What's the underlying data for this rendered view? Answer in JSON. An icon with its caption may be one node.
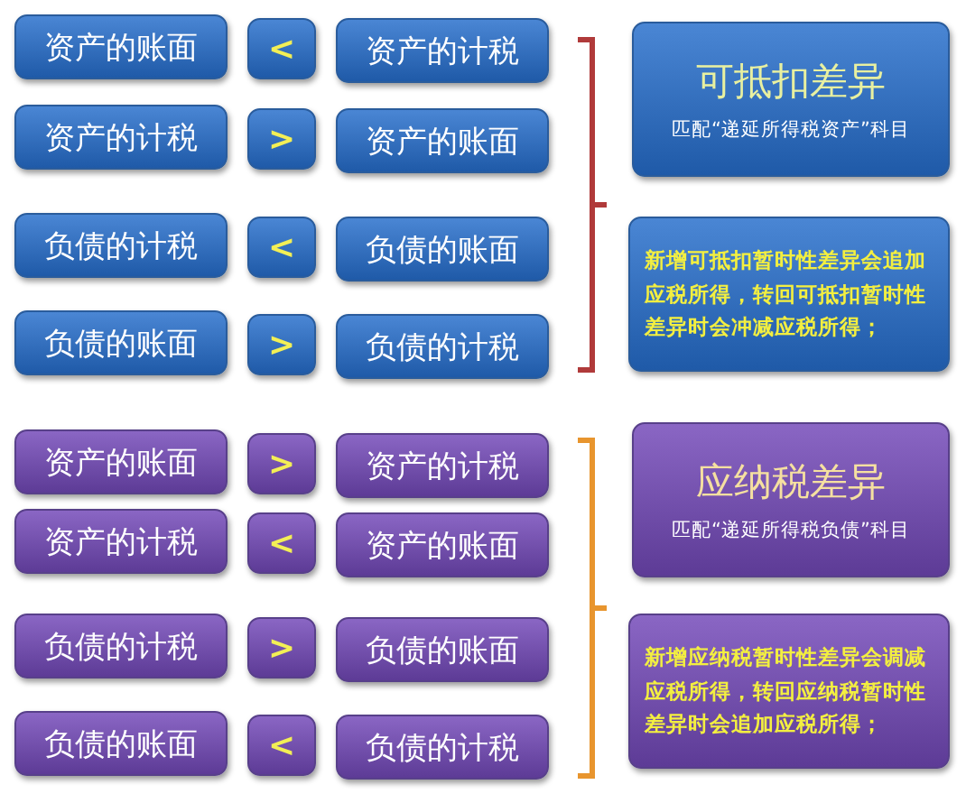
{
  "diagram": {
    "nodes": [
      {
        "text": [
          "资产的账面"
        ]
      },
      {
        "text": [
          "<"
        ]
      },
      {
        "text": [
          "资产的计税"
        ]
      },
      {
        "text": [
          "资产的计税"
        ]
      },
      {
        "text": [
          ">"
        ]
      },
      {
        "text": [
          "资产的账面"
        ]
      },
      {
        "text": [
          "负债的计税"
        ]
      },
      {
        "text": [
          "<"
        ]
      },
      {
        "text": [
          "负债的账面"
        ]
      },
      {
        "text": [
          "负债的账面"
        ]
      },
      {
        "text": [
          ">"
        ]
      },
      {
        "text": [
          "负债的计税"
        ]
      },
      {
        "text": [
          "可抵扣差异",
          "匹配“递延所得税资产”科目"
        ]
      },
      {
        "text": [
          "新增可抵扣暂时性差异会追加应税所得，转回可抵扣暂时性差异时会冲减应税所得；"
        ]
      },
      {
        "text": [
          "资产的账面"
        ]
      },
      {
        "text": [
          ">"
        ]
      },
      {
        "text": [
          "资产的计税"
        ]
      },
      {
        "text": [
          "资产的计税"
        ]
      },
      {
        "text": [
          "<"
        ]
      },
      {
        "text": [
          "资产的账面"
        ]
      },
      {
        "text": [
          "负债的计税"
        ]
      },
      {
        "text": [
          ">"
        ]
      },
      {
        "text": [
          "负债的账面"
        ]
      },
      {
        "text": [
          "负债的账面"
        ]
      },
      {
        "text": [
          "<"
        ]
      },
      {
        "text": [
          "负债的计税"
        ]
      },
      {
        "text": [
          "应纳税差异",
          "匹配“递延所得税负债”科目"
        ]
      },
      {
        "text": [
          "新增应纳税暂时性差异会调减应税所得，转回应纳税暂时性差异时会追加应税所得；"
        ]
      }
    ]
  }
}
